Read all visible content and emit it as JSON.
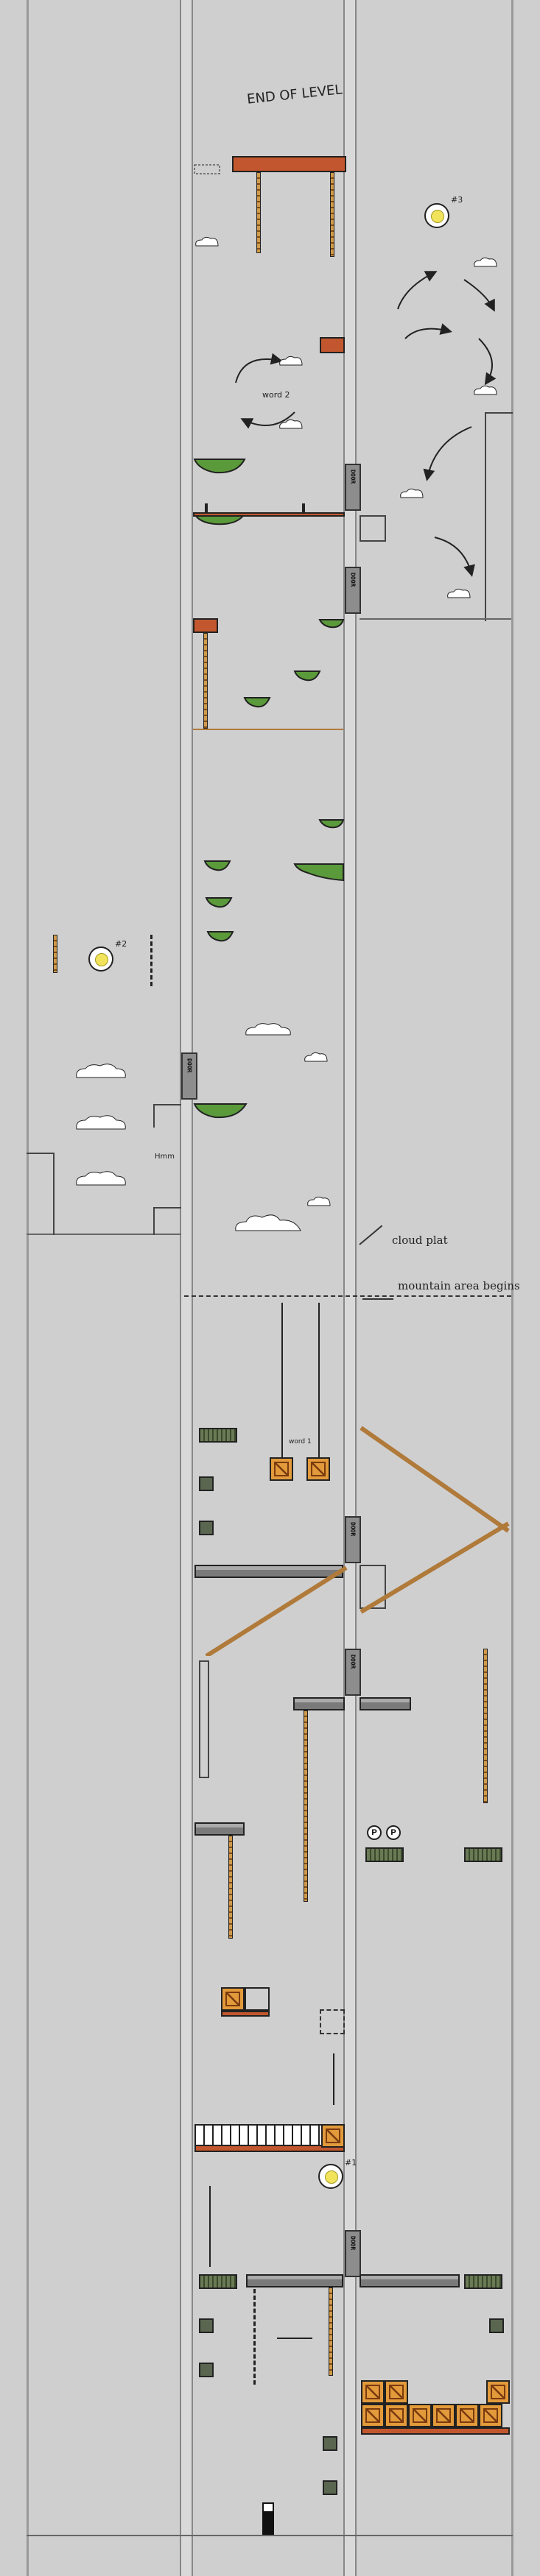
{
  "labels": {
    "end_of_level": "END OF LEVEL",
    "cloud_plat": "cloud plat",
    "mountain_area": "mountain area begins",
    "door": "DOOR",
    "world_2": "word 2",
    "world_1": "word 1",
    "coin_1": "#1",
    "coin_2": "#2",
    "coin_3": "#3",
    "p_button": "P",
    "hmm": "Hmm"
  },
  "colors": {
    "background": "#cfcfcf",
    "brick": "#c2572f",
    "grass": "#5a9a3a",
    "crate": "#e29a3a"
  }
}
